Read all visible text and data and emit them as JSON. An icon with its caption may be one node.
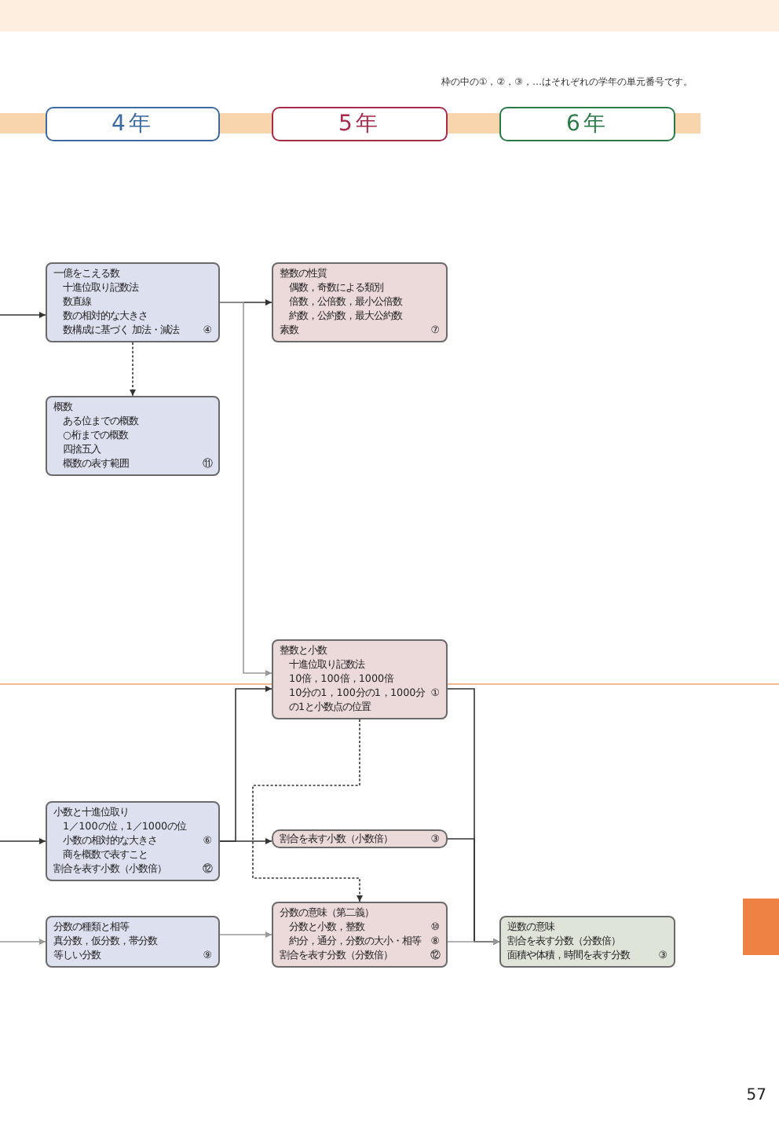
{
  "diagram": {
    "nodes": [
      {
        "text": [
          "4年"
        ]
      },
      {
        "text": [
          "5年"
        ]
      },
      {
        "text": [
          "6年"
        ]
      },
      {
        "text": [
          "一億をこえる数",
          "十進位取り記数法",
          "数直線",
          "数の相対的な大きさ",
          "数構成に基づく 加法・減法",
          "④"
        ]
      },
      {
        "text": [
          "整数の性質",
          "偶数，奇数による類別",
          "倍数，公倍数，最小公倍数",
          "約数，公約数，最大公約数",
          "素数",
          "⑦"
        ]
      },
      {
        "text": [
          "概数",
          "ある位までの概数",
          "○桁までの概数",
          "四捨五入",
          "概数の表す範囲",
          "⑪"
        ]
      },
      {
        "text": [
          "整数と小数",
          "十進位取り記数法",
          "10倍，100倍，1000倍",
          "10分の1，100分の1，1000分の1と小数点の位置",
          "①"
        ]
      },
      {
        "text": [
          "小数と十進位取り",
          "1／100の位，1／1000の位",
          "小数の相対的な大きさ",
          "⑥",
          "商を概数で表すこと",
          "割合を表す小数（小数倍）",
          "⑫"
        ]
      },
      {
        "text": [
          "割合を表す小数（小数倍）",
          "③"
        ]
      },
      {
        "text": [
          "分数の意味（第二義）",
          "分数と小数，整数",
          "⑩",
          "約分，通分，分数の大小・相等",
          "⑧",
          "割合を表す分数（分数倍）",
          "⑫"
        ]
      },
      {
        "text": [
          "分数の種類と相等",
          "真分数，仮分数，帯分数",
          "等しい分数",
          "⑨"
        ]
      },
      {
        "text": [
          "逆数の意味",
          "割合を表す分数（分数倍）",
          "面積や体積，時間を表す分数",
          "③"
        ]
      }
    ],
    "edges": [
      {
        "from": null,
        "to": 3,
        "arrow": "to"
      },
      {
        "from": 3,
        "to": 4,
        "arrow": "to"
      },
      {
        "from": 3,
        "to": 6,
        "arrow": "to",
        "color": "#999999"
      },
      {
        "from": 3,
        "to": 5,
        "arrow": "to",
        "style": "dashed"
      },
      {
        "from": 7,
        "to": 6,
        "arrow": "to"
      },
      {
        "from": 6,
        "to": 11,
        "arrow": "to"
      },
      {
        "from": 6,
        "to": 9,
        "arrow": "to",
        "style": "dashed"
      },
      {
        "from": null,
        "to": 7,
        "arrow": "to"
      },
      {
        "from": 7,
        "to": 8,
        "arrow": "to"
      },
      {
        "from": 8,
        "to": 11,
        "arrow": "to"
      },
      {
        "from": null,
        "to": 10,
        "arrow": "to",
        "color": "#999999"
      },
      {
        "from": 10,
        "to": 9,
        "arrow": "to",
        "color": "#999999"
      },
      {
        "from": 9,
        "to": 11,
        "arrow": "to",
        "color": "#999999"
      }
    ],
    "labels": [
      "枠の中の①，②，③，…はそれぞれの学年の単元番号です。",
      "57"
    ]
  }
}
